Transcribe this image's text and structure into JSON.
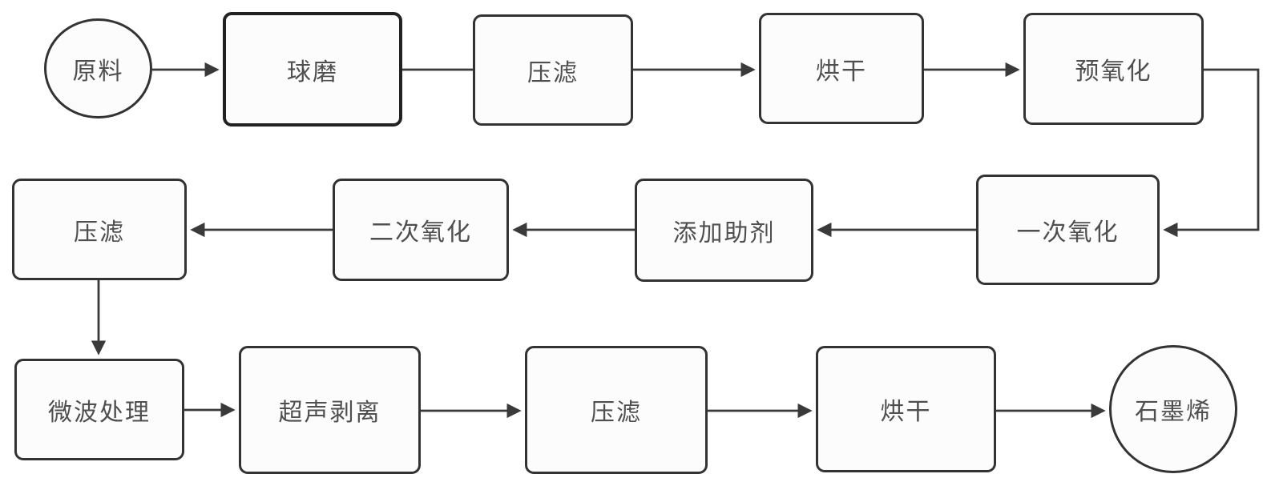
{
  "diagram": {
    "type": "flowchart",
    "description_labels": {
      "start_shape": "ellipse",
      "end_shape": "circle"
    },
    "nodes": [
      {
        "id": "raw-material",
        "shape": "ellipse",
        "label": "原料"
      },
      {
        "id": "ball-milling",
        "shape": "rect",
        "label": "球磨"
      },
      {
        "id": "filter-press-1",
        "shape": "rect",
        "label": "压滤"
      },
      {
        "id": "drying-1",
        "shape": "rect",
        "label": "烘干"
      },
      {
        "id": "pre-oxidation",
        "shape": "rect",
        "label": "预氧化"
      },
      {
        "id": "primary-oxidation",
        "shape": "rect",
        "label": "一次氧化"
      },
      {
        "id": "additive-adding",
        "shape": "rect",
        "label": "添加助剂"
      },
      {
        "id": "secondary-oxidation",
        "shape": "rect",
        "label": "二次氧化"
      },
      {
        "id": "filter-press-2",
        "shape": "rect",
        "label": "压滤"
      },
      {
        "id": "microwave-treatment",
        "shape": "rect",
        "label": "微波处理"
      },
      {
        "id": "ultrasonic-exfoliation",
        "shape": "rect",
        "label": "超声剥离"
      },
      {
        "id": "filter-press-3",
        "shape": "rect",
        "label": "压滤"
      },
      {
        "id": "drying-2",
        "shape": "rect",
        "label": "烘干"
      },
      {
        "id": "graphene",
        "shape": "circle",
        "label": "石墨烯"
      }
    ],
    "edges": [
      {
        "from": "raw-material",
        "to": "ball-milling",
        "arrow": true,
        "route": "straight"
      },
      {
        "from": "ball-milling",
        "to": "filter-press-1",
        "arrow": false,
        "route": "straight"
      },
      {
        "from": "filter-press-1",
        "to": "drying-1",
        "arrow": true,
        "route": "straight"
      },
      {
        "from": "drying-1",
        "to": "pre-oxidation",
        "arrow": true,
        "route": "straight"
      },
      {
        "from": "pre-oxidation",
        "to": "primary-oxidation",
        "arrow": true,
        "route": "elbow-right-down"
      },
      {
        "from": "primary-oxidation",
        "to": "additive-adding",
        "arrow": true,
        "route": "straight"
      },
      {
        "from": "additive-adding",
        "to": "secondary-oxidation",
        "arrow": true,
        "route": "straight"
      },
      {
        "from": "secondary-oxidation",
        "to": "filter-press-2",
        "arrow": true,
        "route": "straight"
      },
      {
        "from": "filter-press-2",
        "to": "microwave-treatment",
        "arrow": true,
        "route": "vertical-down"
      },
      {
        "from": "microwave-treatment",
        "to": "ultrasonic-exfoliation",
        "arrow": true,
        "route": "straight"
      },
      {
        "from": "ultrasonic-exfoliation",
        "to": "filter-press-3",
        "arrow": true,
        "route": "straight"
      },
      {
        "from": "filter-press-3",
        "to": "drying-2",
        "arrow": true,
        "route": "straight"
      },
      {
        "from": "drying-2",
        "to": "graphene",
        "arrow": true,
        "route": "straight"
      }
    ],
    "colors": {
      "background": "#ffffff",
      "node_fill": "#fcfcfc",
      "node_border": "#333333",
      "bold_border": "#222222",
      "edge": "#3a3a3a",
      "text": "#4f4f4f"
    }
  }
}
